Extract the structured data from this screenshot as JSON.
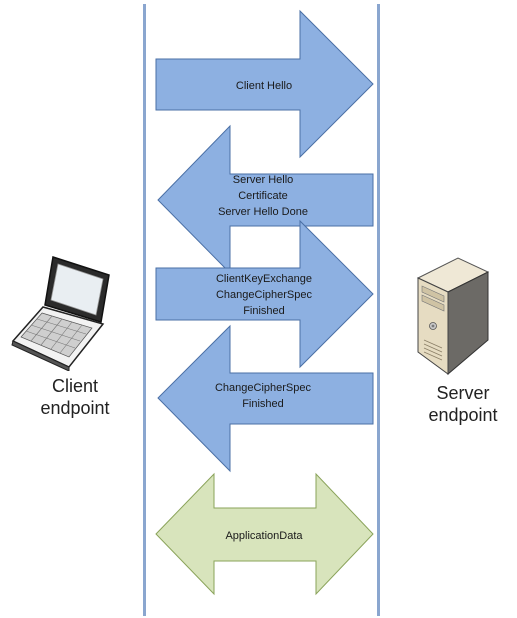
{
  "messages": [
    {
      "direction": "right",
      "lines": [
        "Client Hello"
      ]
    },
    {
      "direction": "left",
      "lines": [
        "Server Hello",
        "Certificate",
        "Server Hello Done"
      ]
    },
    {
      "direction": "right",
      "lines": [
        "ClientKeyExchange",
        "ChangeCipherSpec",
        "Finished"
      ]
    },
    {
      "direction": "left",
      "lines": [
        "ChangeCipherSpec",
        "Finished"
      ]
    },
    {
      "direction": "both",
      "lines": [
        "ApplicationData"
      ]
    }
  ],
  "client": {
    "line1": "Client",
    "line2": "endpoint",
    "icon": "laptop-icon"
  },
  "server": {
    "line1": "Server",
    "line2": "endpoint",
    "icon": "server-icon"
  },
  "colors": {
    "handshake_fill": "#8db0e1",
    "handshake_stroke": "#4a6fa5",
    "data_fill": "#d8e4bc",
    "data_stroke": "#8aa35a",
    "lifeline": "#8aa6cf"
  }
}
